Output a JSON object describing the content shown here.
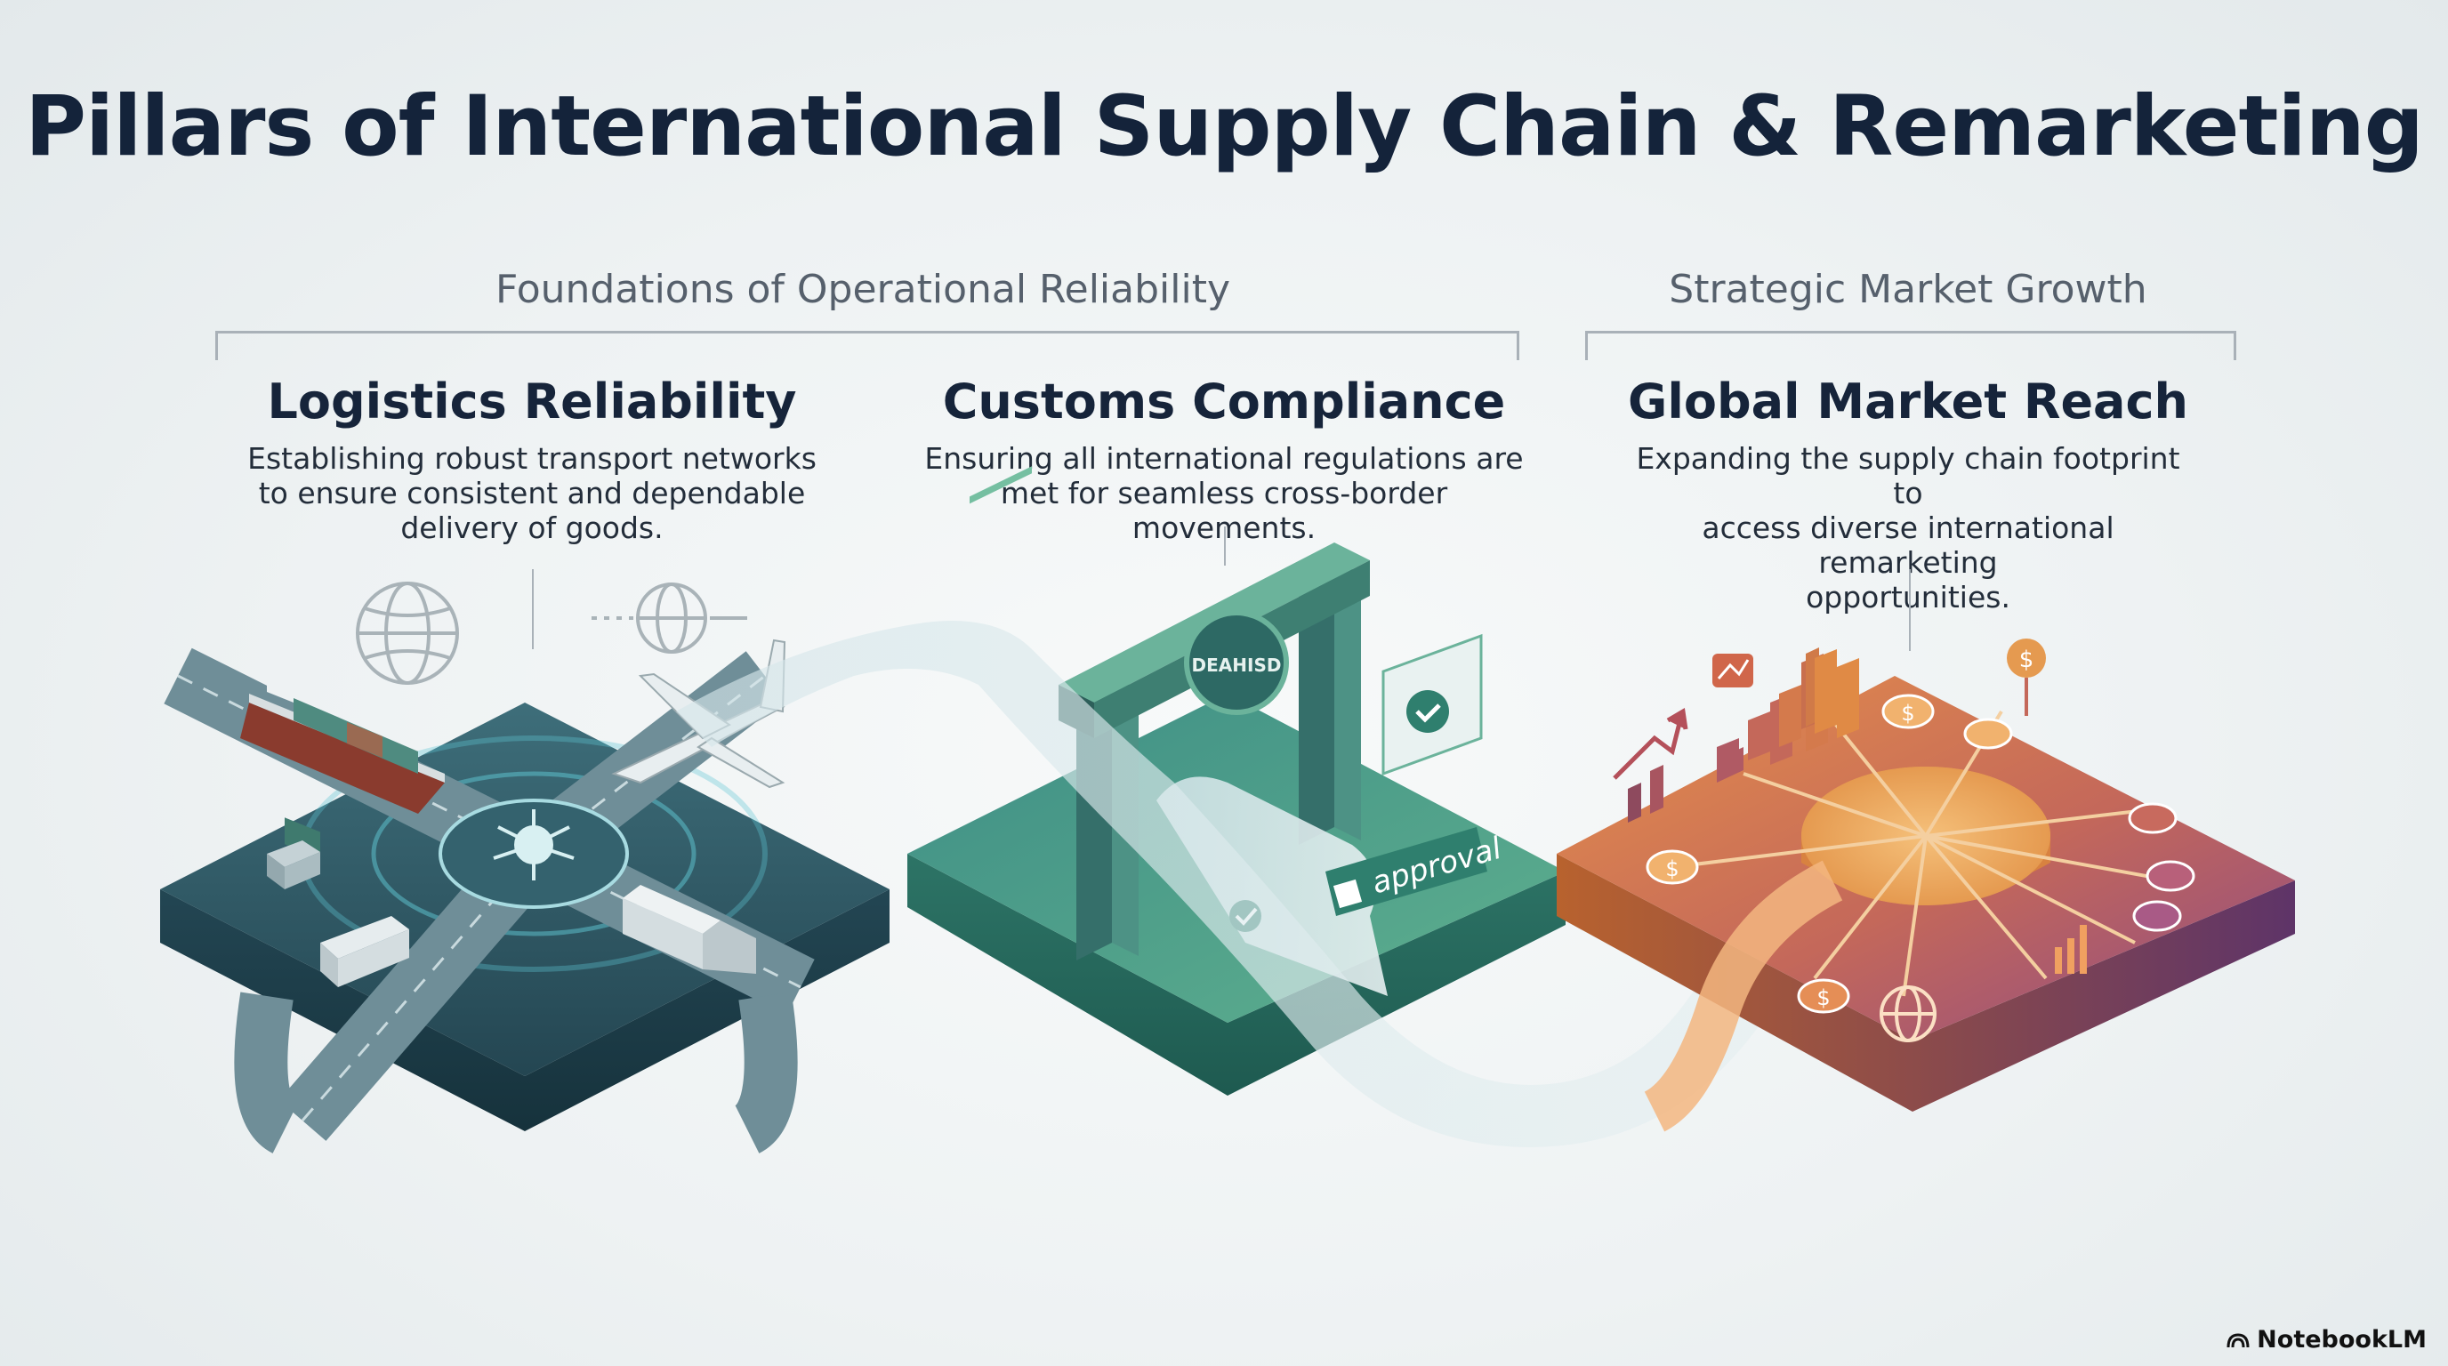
{
  "title": "Pillars of International Supply Chain & Remarketing",
  "groups": [
    {
      "label": "Foundations of Operational Reliability"
    },
    {
      "label": "Strategic Market Growth"
    }
  ],
  "pillars": [
    {
      "title": "Logistics Reliability",
      "lines": [
        "Establishing robust transport networks",
        "to ensure consistent and dependable",
        "delivery of goods."
      ],
      "color": "#2f5d6b"
    },
    {
      "title": "Customs Compliance",
      "lines": [
        "Ensuring all international regulations are",
        "met for seamless cross-border movements."
      ],
      "color": "#2f8a74"
    },
    {
      "title": "Global Market Reach",
      "lines": [
        "Expanding the supply chain footprint to",
        "access diverse international remarketing",
        "opportunities."
      ],
      "color": "#d9823e"
    }
  ],
  "illustration": {
    "stamp_text": "DEAHISD",
    "approval_text": "approval",
    "icons": [
      "globe-icon",
      "ship-icon",
      "airplane-icon",
      "truck-icon",
      "hub-icon",
      "check-icon",
      "dollar-icon",
      "bar-chart-icon",
      "trend-arrow-icon"
    ]
  },
  "brand": {
    "name": "NotebookLM"
  }
}
